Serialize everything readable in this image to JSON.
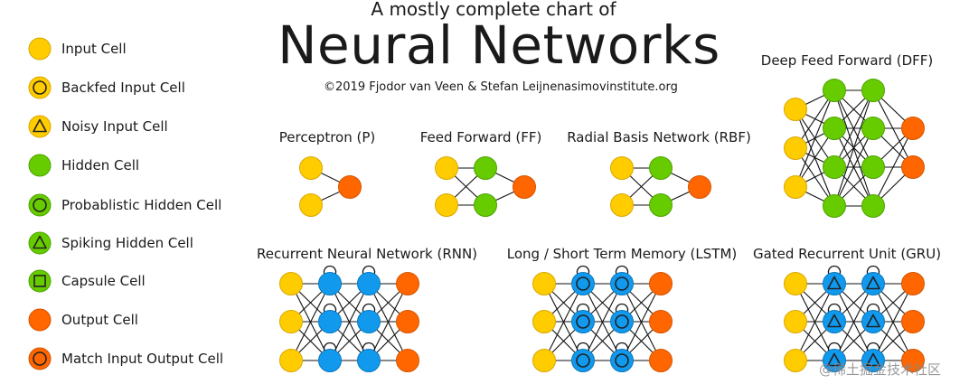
{
  "header": {
    "subtitle": "A mostly complete chart of",
    "title": "Neural Networks",
    "credit": "©2019 Fjodor van Veen & Stefan Leijnen",
    "site": "asimovinstitute.org"
  },
  "colors": {
    "input": "#FFCC00",
    "hidden": "#66CC00",
    "output": "#FF6600",
    "recurrent": "#1199EE",
    "outline": "#B07A00"
  },
  "legend": [
    {
      "label": "Input Cell",
      "icon": "input-cell-icon"
    },
    {
      "label": "Backfed Input Cell",
      "icon": "backfed-input-cell-icon"
    },
    {
      "label": "Noisy Input Cell",
      "icon": "noisy-input-cell-icon"
    },
    {
      "label": "Hidden Cell",
      "icon": "hidden-cell-icon"
    },
    {
      "label": "Probablistic Hidden Cell",
      "icon": "probablistic-hidden-cell-icon"
    },
    {
      "label": "Spiking Hidden Cell",
      "icon": "spiking-hidden-cell-icon"
    },
    {
      "label": "Capsule Cell",
      "icon": "capsule-cell-icon"
    },
    {
      "label": "Output Cell",
      "icon": "output-cell-icon"
    },
    {
      "label": "Match Input Output Cell",
      "icon": "match-input-output-cell-icon"
    }
  ],
  "networks": {
    "p": {
      "title": "Perceptron (P)"
    },
    "ff": {
      "title": "Feed Forward (FF)"
    },
    "rbf": {
      "title": "Radial Basis Network (RBF)"
    },
    "dff": {
      "title": "Deep Feed Forward (DFF)"
    },
    "rnn": {
      "title": "Recurrent Neural Network (RNN)"
    },
    "lstm": {
      "title": "Long / Short Term Memory (LSTM)"
    },
    "gru": {
      "title": "Gated Recurrent Unit (GRU)"
    }
  },
  "watermark": "@稀土掘金技术社区"
}
